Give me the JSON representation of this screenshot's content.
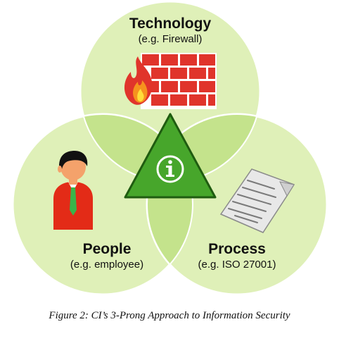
{
  "diagram": {
    "circles": [
      {
        "id": "technology",
        "title": "Technology",
        "example": "(e.g. Firewall)",
        "icon": "firewall-icon"
      },
      {
        "id": "people",
        "title": "People",
        "example": "(e.g. employee)",
        "icon": "person-icon"
      },
      {
        "id": "process",
        "title": "Process",
        "example": "(e.g. ISO 27001)",
        "icon": "document-icon"
      }
    ],
    "center_icon": "info-icon",
    "colors": {
      "circle_fill": "#dff0b8",
      "overlap_fill": "#c4e38c",
      "center_overlap_fill": "#a7d36a",
      "triangle_fill": "#47a62b",
      "triangle_stroke": "#1f5c10",
      "brick_red": "#e0342b",
      "flame_orange": "#f6921e",
      "flame_yellow": "#ffde3a",
      "shirt_red": "#e32b17",
      "tie_green": "#39b54a",
      "document_gray": "#e8e8e8"
    }
  },
  "caption": "Figure 2: CI’s 3-Prong Approach to Information Security"
}
